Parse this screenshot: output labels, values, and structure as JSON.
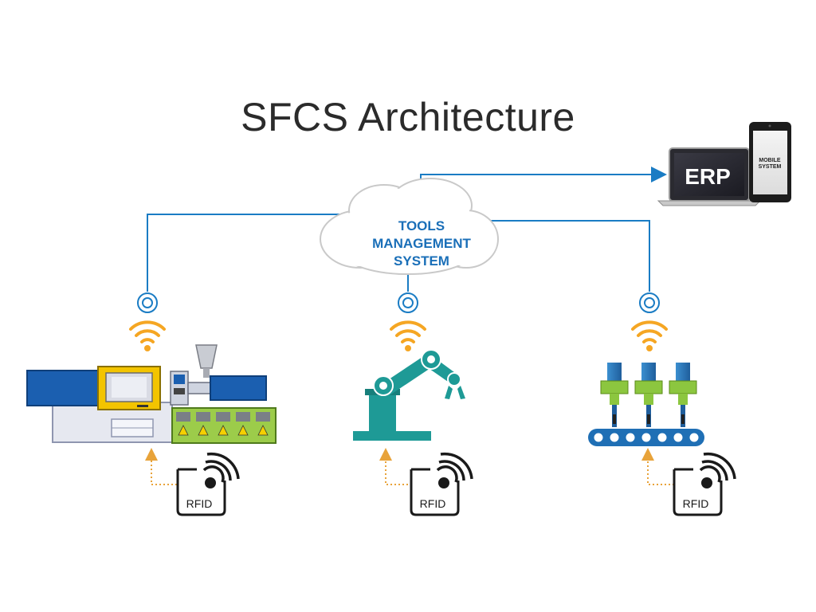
{
  "title": "SFCS Architecture",
  "cloud": {
    "line1": "TOOLS",
    "line2": "MANAGEMENT",
    "line3": "SYSTEM"
  },
  "erp": {
    "laptop_label": "ERP",
    "phone_line1": "MOBILE",
    "phone_line2": "SYSTEM"
  },
  "nodes": [
    {
      "machine": "injection-molding-machine",
      "rfid_label": "RFID"
    },
    {
      "machine": "robotic-arm",
      "rfid_label": "RFID"
    },
    {
      "machine": "conveyor-line",
      "rfid_label": "RFID"
    }
  ],
  "colors": {
    "connector": "#1a7cc4",
    "wifi": "#f5a623",
    "rfid_arrow": "#e8a33a",
    "cloud_text": "#1a6fb8",
    "robot": "#1e9a96"
  }
}
